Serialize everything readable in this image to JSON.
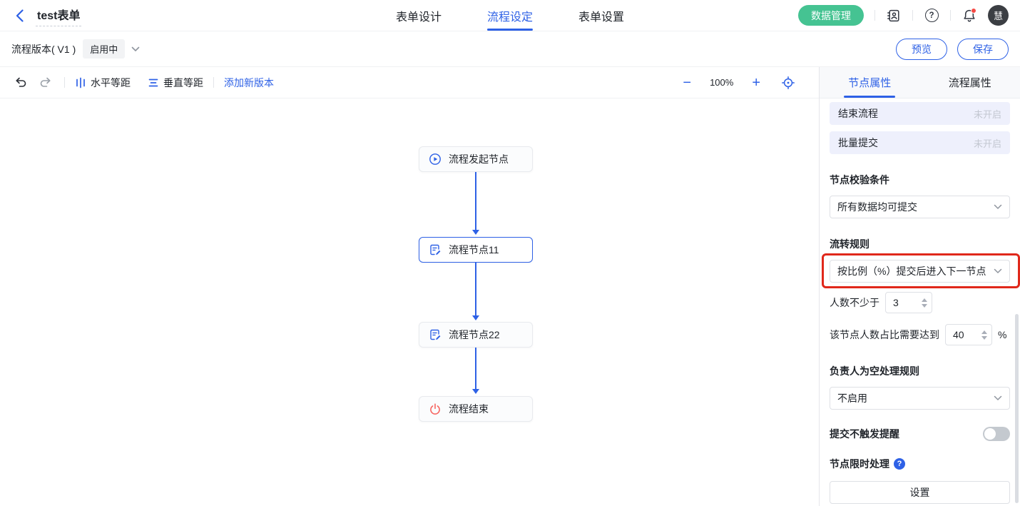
{
  "header": {
    "title": "test表单",
    "nav_tabs": [
      {
        "label": "表单设计",
        "active": false
      },
      {
        "label": "流程设定",
        "active": true
      },
      {
        "label": "表单设置",
        "active": false
      }
    ],
    "data_manage_button": "数据管理",
    "avatar_text": "慧"
  },
  "version_bar": {
    "label": "流程版本( V1 )",
    "status_badge": "启用中",
    "preview_button": "预览",
    "save_button": "保存"
  },
  "toolbar": {
    "horizontal_spacing": "水平等距",
    "vertical_spacing": "垂直等距",
    "add_version": "添加新版本",
    "zoom_level": "100%"
  },
  "flow": {
    "nodes": [
      {
        "label": "流程发起节点",
        "icon": "play-circle-icon"
      },
      {
        "label": "流程节点11",
        "icon": "document-edit-icon",
        "selected": true
      },
      {
        "label": "流程节点22",
        "icon": "document-edit-icon"
      },
      {
        "label": "流程结束",
        "icon": "power-icon"
      }
    ]
  },
  "panel": {
    "tabs": [
      {
        "label": "节点属性",
        "active": true
      },
      {
        "label": "流程属性",
        "active": false
      }
    ],
    "status_rows": [
      {
        "label": "结束流程",
        "value": "未开启"
      },
      {
        "label": "批量提交",
        "value": "未开启"
      }
    ],
    "validation": {
      "label": "节点校验条件",
      "value": "所有数据均可提交"
    },
    "transfer": {
      "label": "流转规则",
      "value": "按比例（%）提交后进入下一节点"
    },
    "min_people": {
      "label": "人数不少于",
      "value": "3"
    },
    "ratio": {
      "label": "该节点人数占比需要达到",
      "value": "40",
      "unit": "%"
    },
    "empty_owner": {
      "label": "负责人为空处理规则",
      "value": "不启用"
    },
    "no_remind": {
      "label": "提交不触发提醒",
      "enabled": false
    },
    "time_limit": {
      "label": "节点限时处理"
    },
    "settings_button": "设置"
  },
  "icons": {
    "help_glyph": "?",
    "zoom_out_glyph": "−",
    "zoom_in_glyph": "+"
  },
  "colors": {
    "primary_blue": "#2e61e6",
    "brand_green": "#45c392",
    "annotation_red": "#e0281b",
    "end_node_red": "#f76560",
    "lavender_row": "#eef0fc"
  }
}
